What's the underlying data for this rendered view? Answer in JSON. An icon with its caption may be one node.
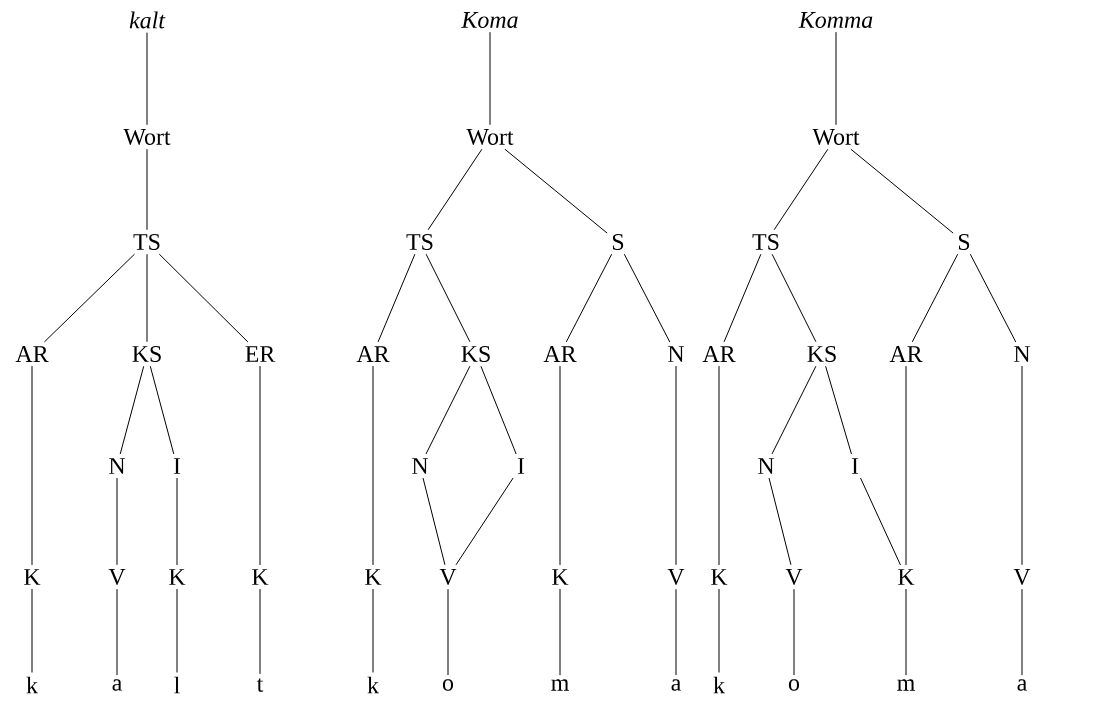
{
  "diagram": {
    "nodes": [
      {
        "text": [
          "kalt"
        ]
      },
      {
        "text": [
          "Wort"
        ]
      },
      {
        "text": [
          "TS"
        ]
      },
      {
        "text": [
          "AR"
        ]
      },
      {
        "text": [
          "KS"
        ]
      },
      {
        "text": [
          "ER"
        ]
      },
      {
        "text": [
          "N"
        ]
      },
      {
        "text": [
          "I"
        ]
      },
      {
        "text": [
          "K"
        ]
      },
      {
        "text": [
          "V"
        ]
      },
      {
        "text": [
          "K"
        ]
      },
      {
        "text": [
          "K"
        ]
      },
      {
        "text": [
          "k"
        ]
      },
      {
        "text": [
          "a"
        ]
      },
      {
        "text": [
          "l"
        ]
      },
      {
        "text": [
          "t"
        ]
      },
      {
        "text": [
          "Koma"
        ]
      },
      {
        "text": [
          "Wort"
        ]
      },
      {
        "text": [
          "TS"
        ]
      },
      {
        "text": [
          "S"
        ]
      },
      {
        "text": [
          "AR"
        ]
      },
      {
        "text": [
          "KS"
        ]
      },
      {
        "text": [
          "AR"
        ]
      },
      {
        "text": [
          "N"
        ]
      },
      {
        "text": [
          "N"
        ]
      },
      {
        "text": [
          "I"
        ]
      },
      {
        "text": [
          "K"
        ]
      },
      {
        "text": [
          "V"
        ]
      },
      {
        "text": [
          "K"
        ]
      },
      {
        "text": [
          "V"
        ]
      },
      {
        "text": [
          "k"
        ]
      },
      {
        "text": [
          "o"
        ]
      },
      {
        "text": [
          "m"
        ]
      },
      {
        "text": [
          "a"
        ]
      },
      {
        "text": [
          "Komma"
        ]
      },
      {
        "text": [
          "Wort"
        ]
      },
      {
        "text": [
          "TS"
        ]
      },
      {
        "text": [
          "S"
        ]
      },
      {
        "text": [
          "AR"
        ]
      },
      {
        "text": [
          "KS"
        ]
      },
      {
        "text": [
          "AR"
        ]
      },
      {
        "text": [
          "N"
        ]
      },
      {
        "text": [
          "N"
        ]
      },
      {
        "text": [
          "I"
        ]
      },
      {
        "text": [
          "K"
        ]
      },
      {
        "text": [
          "V"
        ]
      },
      {
        "text": [
          "K"
        ]
      },
      {
        "text": [
          "V"
        ]
      },
      {
        "text": [
          "k"
        ]
      },
      {
        "text": [
          "o"
        ]
      },
      {
        "text": [
          "m"
        ]
      },
      {
        "text": [
          "a"
        ]
      }
    ],
    "edges": [
      {
        "from": 0,
        "to": 1,
        "arrow": "none"
      },
      {
        "from": 1,
        "to": 2,
        "arrow": "none"
      },
      {
        "from": 2,
        "to": 3,
        "arrow": "none"
      },
      {
        "from": 2,
        "to": 4,
        "arrow": "none"
      },
      {
        "from": 2,
        "to": 5,
        "arrow": "none"
      },
      {
        "from": 4,
        "to": 6,
        "arrow": "none"
      },
      {
        "from": 4,
        "to": 7,
        "arrow": "none"
      },
      {
        "from": 3,
        "to": 8,
        "arrow": "none"
      },
      {
        "from": 6,
        "to": 9,
        "arrow": "none"
      },
      {
        "from": 7,
        "to": 10,
        "arrow": "none"
      },
      {
        "from": 5,
        "to": 11,
        "arrow": "none"
      },
      {
        "from": 8,
        "to": 12,
        "arrow": "none"
      },
      {
        "from": 9,
        "to": 13,
        "arrow": "none"
      },
      {
        "from": 10,
        "to": 14,
        "arrow": "none"
      },
      {
        "from": 11,
        "to": 15,
        "arrow": "none"
      },
      {
        "from": 16,
        "to": 17,
        "arrow": "none"
      },
      {
        "from": 17,
        "to": 18,
        "arrow": "none"
      },
      {
        "from": 17,
        "to": 19,
        "arrow": "none"
      },
      {
        "from": 18,
        "to": 20,
        "arrow": "none"
      },
      {
        "from": 18,
        "to": 21,
        "arrow": "none"
      },
      {
        "from": 19,
        "to": 22,
        "arrow": "none"
      },
      {
        "from": 19,
        "to": 23,
        "arrow": "none"
      },
      {
        "from": 21,
        "to": 24,
        "arrow": "none"
      },
      {
        "from": 21,
        "to": 25,
        "arrow": "none"
      },
      {
        "from": 20,
        "to": 26,
        "arrow": "none"
      },
      {
        "from": 24,
        "to": 27,
        "arrow": "none"
      },
      {
        "from": 25,
        "to": 27,
        "arrow": "none"
      },
      {
        "from": 22,
        "to": 28,
        "arrow": "none"
      },
      {
        "from": 23,
        "to": 29,
        "arrow": "none"
      },
      {
        "from": 26,
        "to": 30,
        "arrow": "none"
      },
      {
        "from": 27,
        "to": 31,
        "arrow": "none"
      },
      {
        "from": 28,
        "to": 32,
        "arrow": "none"
      },
      {
        "from": 29,
        "to": 33,
        "arrow": "none"
      },
      {
        "from": 34,
        "to": 35,
        "arrow": "none"
      },
      {
        "from": 35,
        "to": 36,
        "arrow": "none"
      },
      {
        "from": 35,
        "to": 37,
        "arrow": "none"
      },
      {
        "from": 36,
        "to": 38,
        "arrow": "none"
      },
      {
        "from": 36,
        "to": 39,
        "arrow": "none"
      },
      {
        "from": 37,
        "to": 40,
        "arrow": "none"
      },
      {
        "from": 37,
        "to": 41,
        "arrow": "none"
      },
      {
        "from": 39,
        "to": 42,
        "arrow": "none"
      },
      {
        "from": 39,
        "to": 43,
        "arrow": "none"
      },
      {
        "from": 38,
        "to": 44,
        "arrow": "none"
      },
      {
        "from": 42,
        "to": 45,
        "arrow": "none"
      },
      {
        "from": 43,
        "to": 46,
        "arrow": "none"
      },
      {
        "from": 40,
        "to": 46,
        "arrow": "none"
      },
      {
        "from": 41,
        "to": 47,
        "arrow": "none"
      },
      {
        "from": 44,
        "to": 48,
        "arrow": "none"
      },
      {
        "from": 45,
        "to": 49,
        "arrow": "none"
      },
      {
        "from": 46,
        "to": 50,
        "arrow": "none"
      },
      {
        "from": 47,
        "to": 51,
        "arrow": "none"
      }
    ]
  }
}
